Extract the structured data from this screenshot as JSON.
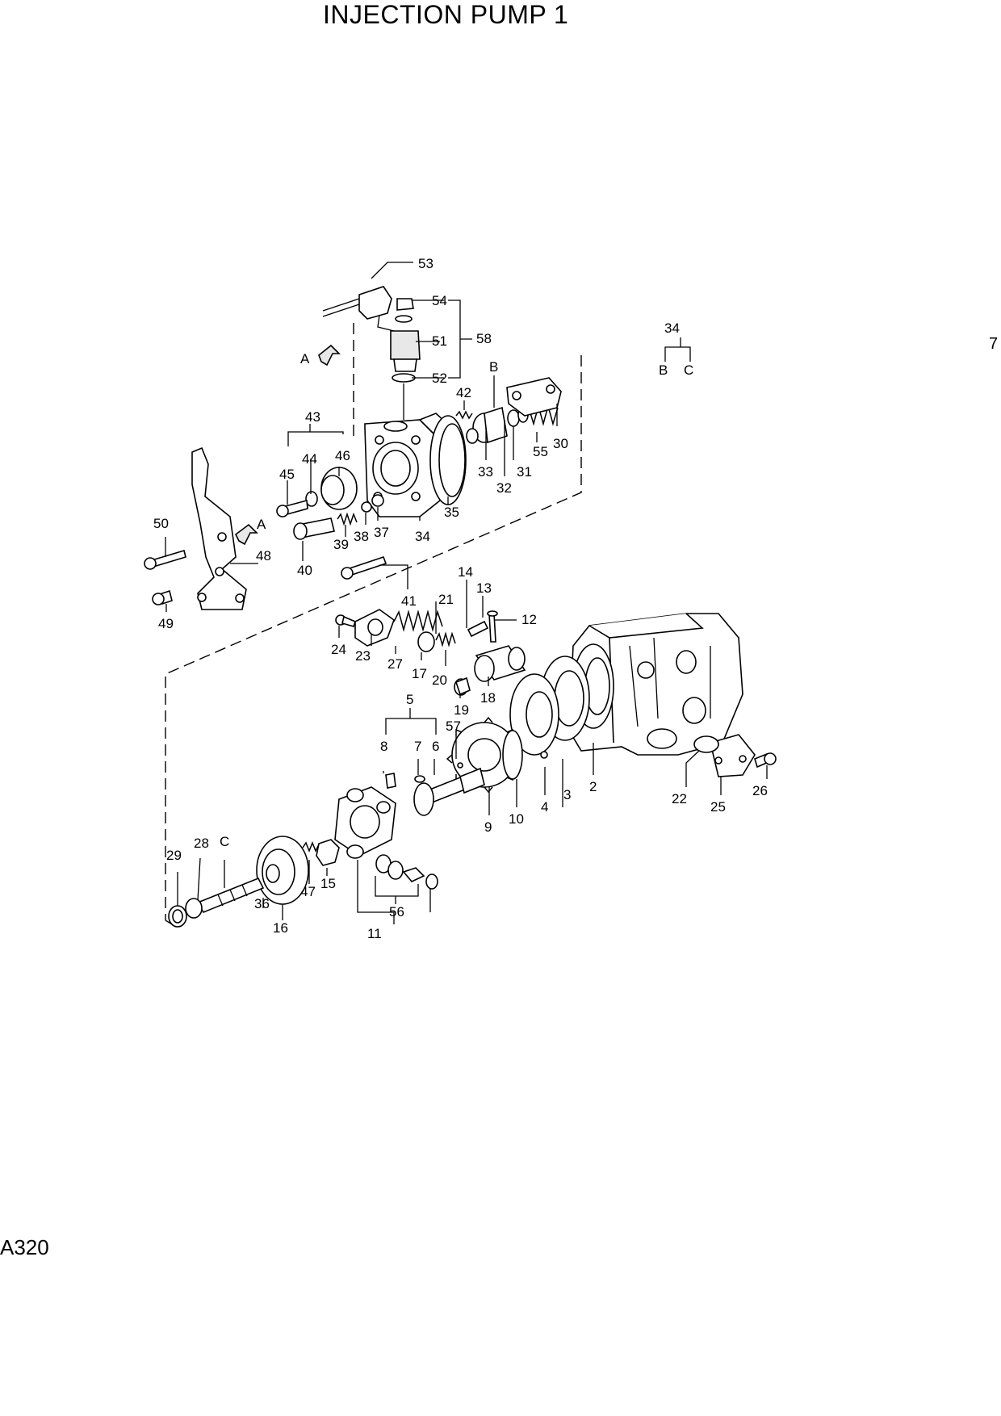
{
  "title": "INJECTION PUMP 1",
  "page_code": "A320",
  "page_number": "7",
  "view_marker": "A",
  "legend": {
    "parent": "34",
    "children": [
      "B",
      "C"
    ]
  },
  "callouts": [
    {
      "id": "c53",
      "label": "53"
    },
    {
      "id": "c54",
      "label": "54"
    },
    {
      "id": "c51",
      "label": "51"
    },
    {
      "id": "c58",
      "label": "58"
    },
    {
      "id": "c52",
      "label": "52"
    },
    {
      "id": "cB",
      "label": "B"
    },
    {
      "id": "c42",
      "label": "42"
    },
    {
      "id": "c43",
      "label": "43"
    },
    {
      "id": "c44",
      "label": "44"
    },
    {
      "id": "c45",
      "label": "45"
    },
    {
      "id": "c46",
      "label": "46"
    },
    {
      "id": "c33",
      "label": "33"
    },
    {
      "id": "c31",
      "label": "31"
    },
    {
      "id": "c55",
      "label": "55"
    },
    {
      "id": "c30",
      "label": "30"
    },
    {
      "id": "c32",
      "label": "32"
    },
    {
      "id": "c35",
      "label": "35"
    },
    {
      "id": "c34",
      "label": "34"
    },
    {
      "id": "c37",
      "label": "37"
    },
    {
      "id": "c38",
      "label": "38"
    },
    {
      "id": "c39",
      "label": "39"
    },
    {
      "id": "c40",
      "label": "40"
    },
    {
      "id": "c41",
      "label": "41"
    },
    {
      "id": "c50",
      "label": "50"
    },
    {
      "id": "c48",
      "label": "48"
    },
    {
      "id": "c49",
      "label": "49"
    },
    {
      "id": "c14",
      "label": "14"
    },
    {
      "id": "c13",
      "label": "13"
    },
    {
      "id": "c12",
      "label": "12"
    },
    {
      "id": "c21",
      "label": "21"
    },
    {
      "id": "c24",
      "label": "24"
    },
    {
      "id": "c23",
      "label": "23"
    },
    {
      "id": "c27",
      "label": "27"
    },
    {
      "id": "c17",
      "label": "17"
    },
    {
      "id": "c20",
      "label": "20"
    },
    {
      "id": "c19",
      "label": "19"
    },
    {
      "id": "c18",
      "label": "18"
    },
    {
      "id": "c5",
      "label": "5"
    },
    {
      "id": "c57",
      "label": "57"
    },
    {
      "id": "c8",
      "label": "8"
    },
    {
      "id": "c7",
      "label": "7"
    },
    {
      "id": "c6",
      "label": "6"
    },
    {
      "id": "c9",
      "label": "9"
    },
    {
      "id": "c10",
      "label": "10"
    },
    {
      "id": "c4",
      "label": "4"
    },
    {
      "id": "c3",
      "label": "3"
    },
    {
      "id": "c2",
      "label": "2"
    },
    {
      "id": "c22",
      "label": "22"
    },
    {
      "id": "c25",
      "label": "25"
    },
    {
      "id": "c26",
      "label": "26"
    },
    {
      "id": "c29",
      "label": "29"
    },
    {
      "id": "c28",
      "label": "28"
    },
    {
      "id": "cC",
      "label": "C"
    },
    {
      "id": "c36",
      "label": "36"
    },
    {
      "id": "c16",
      "label": "16"
    },
    {
      "id": "c47",
      "label": "47"
    },
    {
      "id": "c15",
      "label": "15"
    },
    {
      "id": "c56",
      "label": "56"
    },
    {
      "id": "c11",
      "label": "11"
    },
    {
      "id": "cA1",
      "label": "A"
    },
    {
      "id": "cA2",
      "label": "A"
    }
  ]
}
